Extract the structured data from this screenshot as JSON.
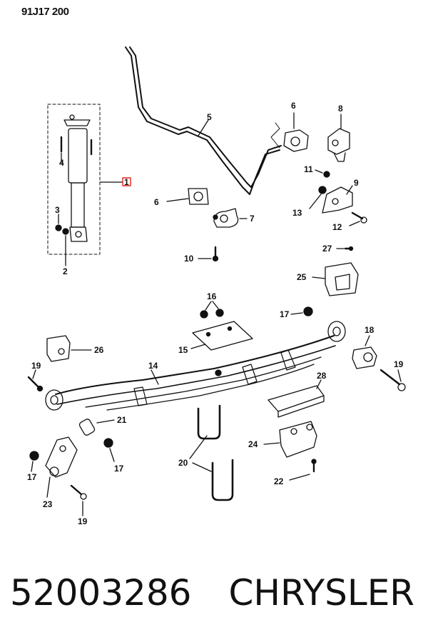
{
  "drawing_code": "91J17 200",
  "footer": {
    "part_number": "52003286",
    "brand": "CHRYSLER"
  },
  "callouts": {
    "c1": "1",
    "c2": "2",
    "c3": "3",
    "c4": "4",
    "c5": "5",
    "c6a": "6",
    "c6b": "6",
    "c7": "7",
    "c8": "8",
    "c9": "9",
    "c10": "10",
    "c11": "11",
    "c12": "12",
    "c13": "13",
    "c14": "14",
    "c15": "15",
    "c16": "16",
    "c17a": "17",
    "c17b": "17",
    "c17c": "17",
    "c18": "18",
    "c19a": "19",
    "c19b": "19",
    "c19c": "19",
    "c20": "20",
    "c21": "21",
    "c22": "22",
    "c23": "23",
    "c24": "24",
    "c25": "25",
    "c26": "26",
    "c27": "27",
    "c28": "28"
  },
  "colors": {
    "line": "#111111",
    "highlight": "#e8251f"
  }
}
